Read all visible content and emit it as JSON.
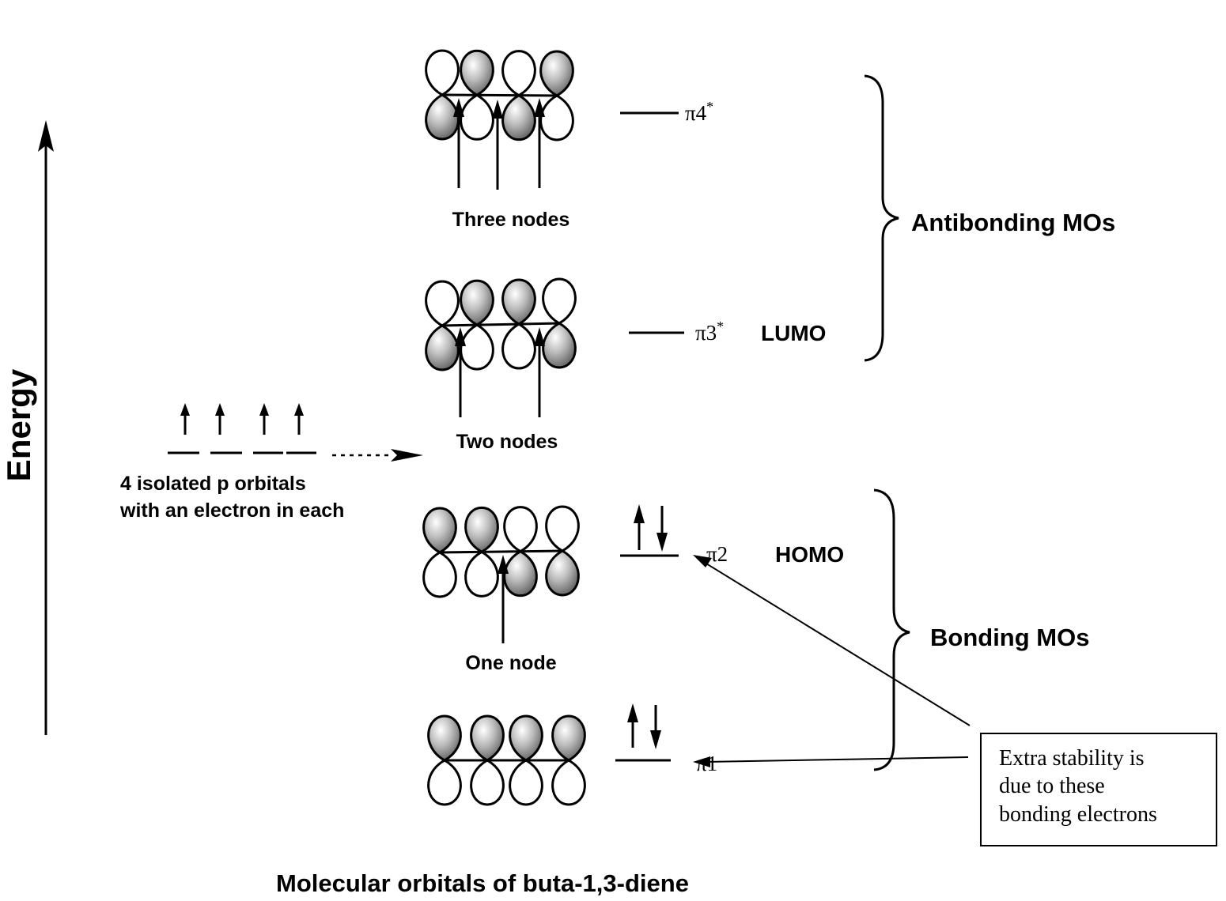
{
  "energy_label": "Energy",
  "isolated": {
    "line1": "4 isolated p orbitals",
    "line2": "with an electron in each"
  },
  "levels": {
    "pi4": {
      "symbol": "π4",
      "star": "*",
      "nodes": "Three nodes"
    },
    "pi3": {
      "symbol": "π3",
      "star": "*",
      "nodes": "Two nodes",
      "tag": "LUMO"
    },
    "pi2": {
      "symbol": "π2",
      "nodes": "One node",
      "tag": "HOMO"
    },
    "pi1": {
      "symbol": "π1"
    }
  },
  "groups": {
    "antibonding": "Antibonding MOs",
    "bonding": "Bonding MOs"
  },
  "note": {
    "line1": "Extra stability is",
    "line2": "due to these",
    "line3": "bonding electrons"
  },
  "caption": "Molecular orbitals of buta-1,3-diene",
  "colors": {
    "ink": "#000000",
    "lobe_light": "#ffffff",
    "lobe_dark": "#666666"
  }
}
